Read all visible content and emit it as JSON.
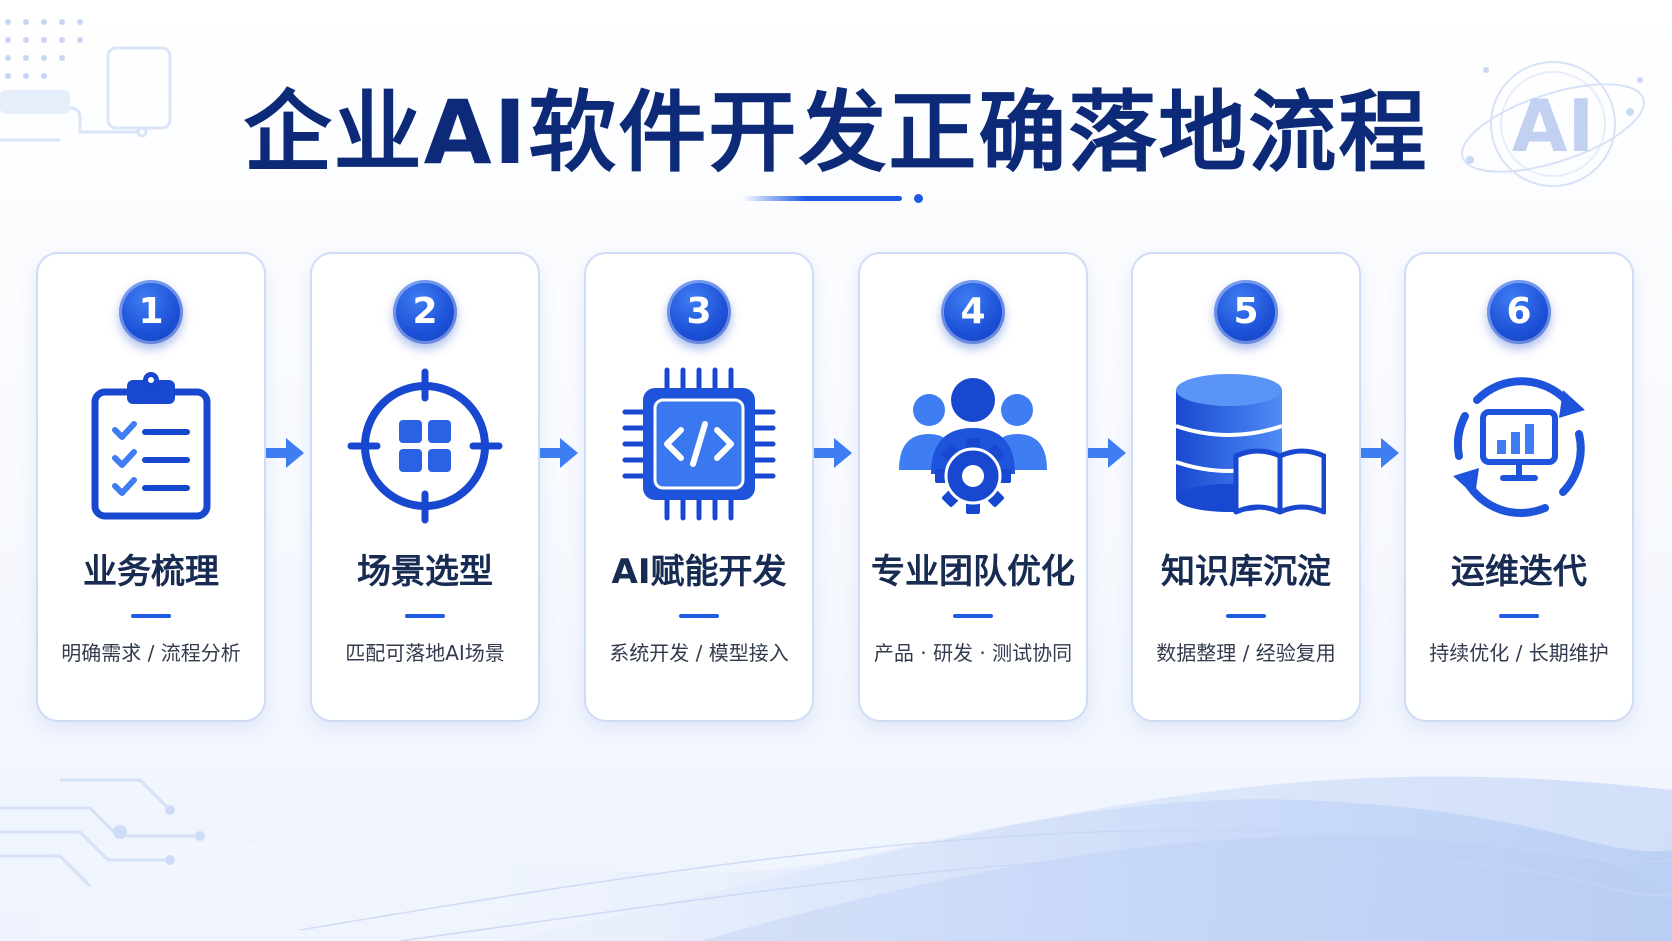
{
  "header": {
    "title": "企业AI软件开发正确落地流程",
    "badge": "AI"
  },
  "steps": [
    {
      "number": "1",
      "title": "业务梳理",
      "subtitle": "明确需求 / 流程分析",
      "icon": "clipboard-checklist-icon"
    },
    {
      "number": "2",
      "title": "场景选型",
      "subtitle": "匹配可落地AI场景",
      "icon": "target-grid-icon"
    },
    {
      "number": "3",
      "title": "AI赋能开发",
      "subtitle": "系统开发 / 模型接入",
      "icon": "chip-code-icon"
    },
    {
      "number": "4",
      "title": "专业团队优化",
      "subtitle": "产品 · 研发 · 测试协同",
      "icon": "team-gear-icon"
    },
    {
      "number": "5",
      "title": "知识库沉淀",
      "subtitle": "数据整理 / 经验复用",
      "icon": "database-book-icon"
    },
    {
      "number": "6",
      "title": "运维迭代",
      "subtitle": "持续优化 / 长期维护",
      "icon": "cycle-monitor-icon"
    }
  ],
  "colors": {
    "title": "#0d2a78",
    "accent": "#1e5ae6",
    "icon_dark": "#1848d0",
    "icon_light": "#4f8cf5",
    "card_border": "#cfdcf5"
  }
}
